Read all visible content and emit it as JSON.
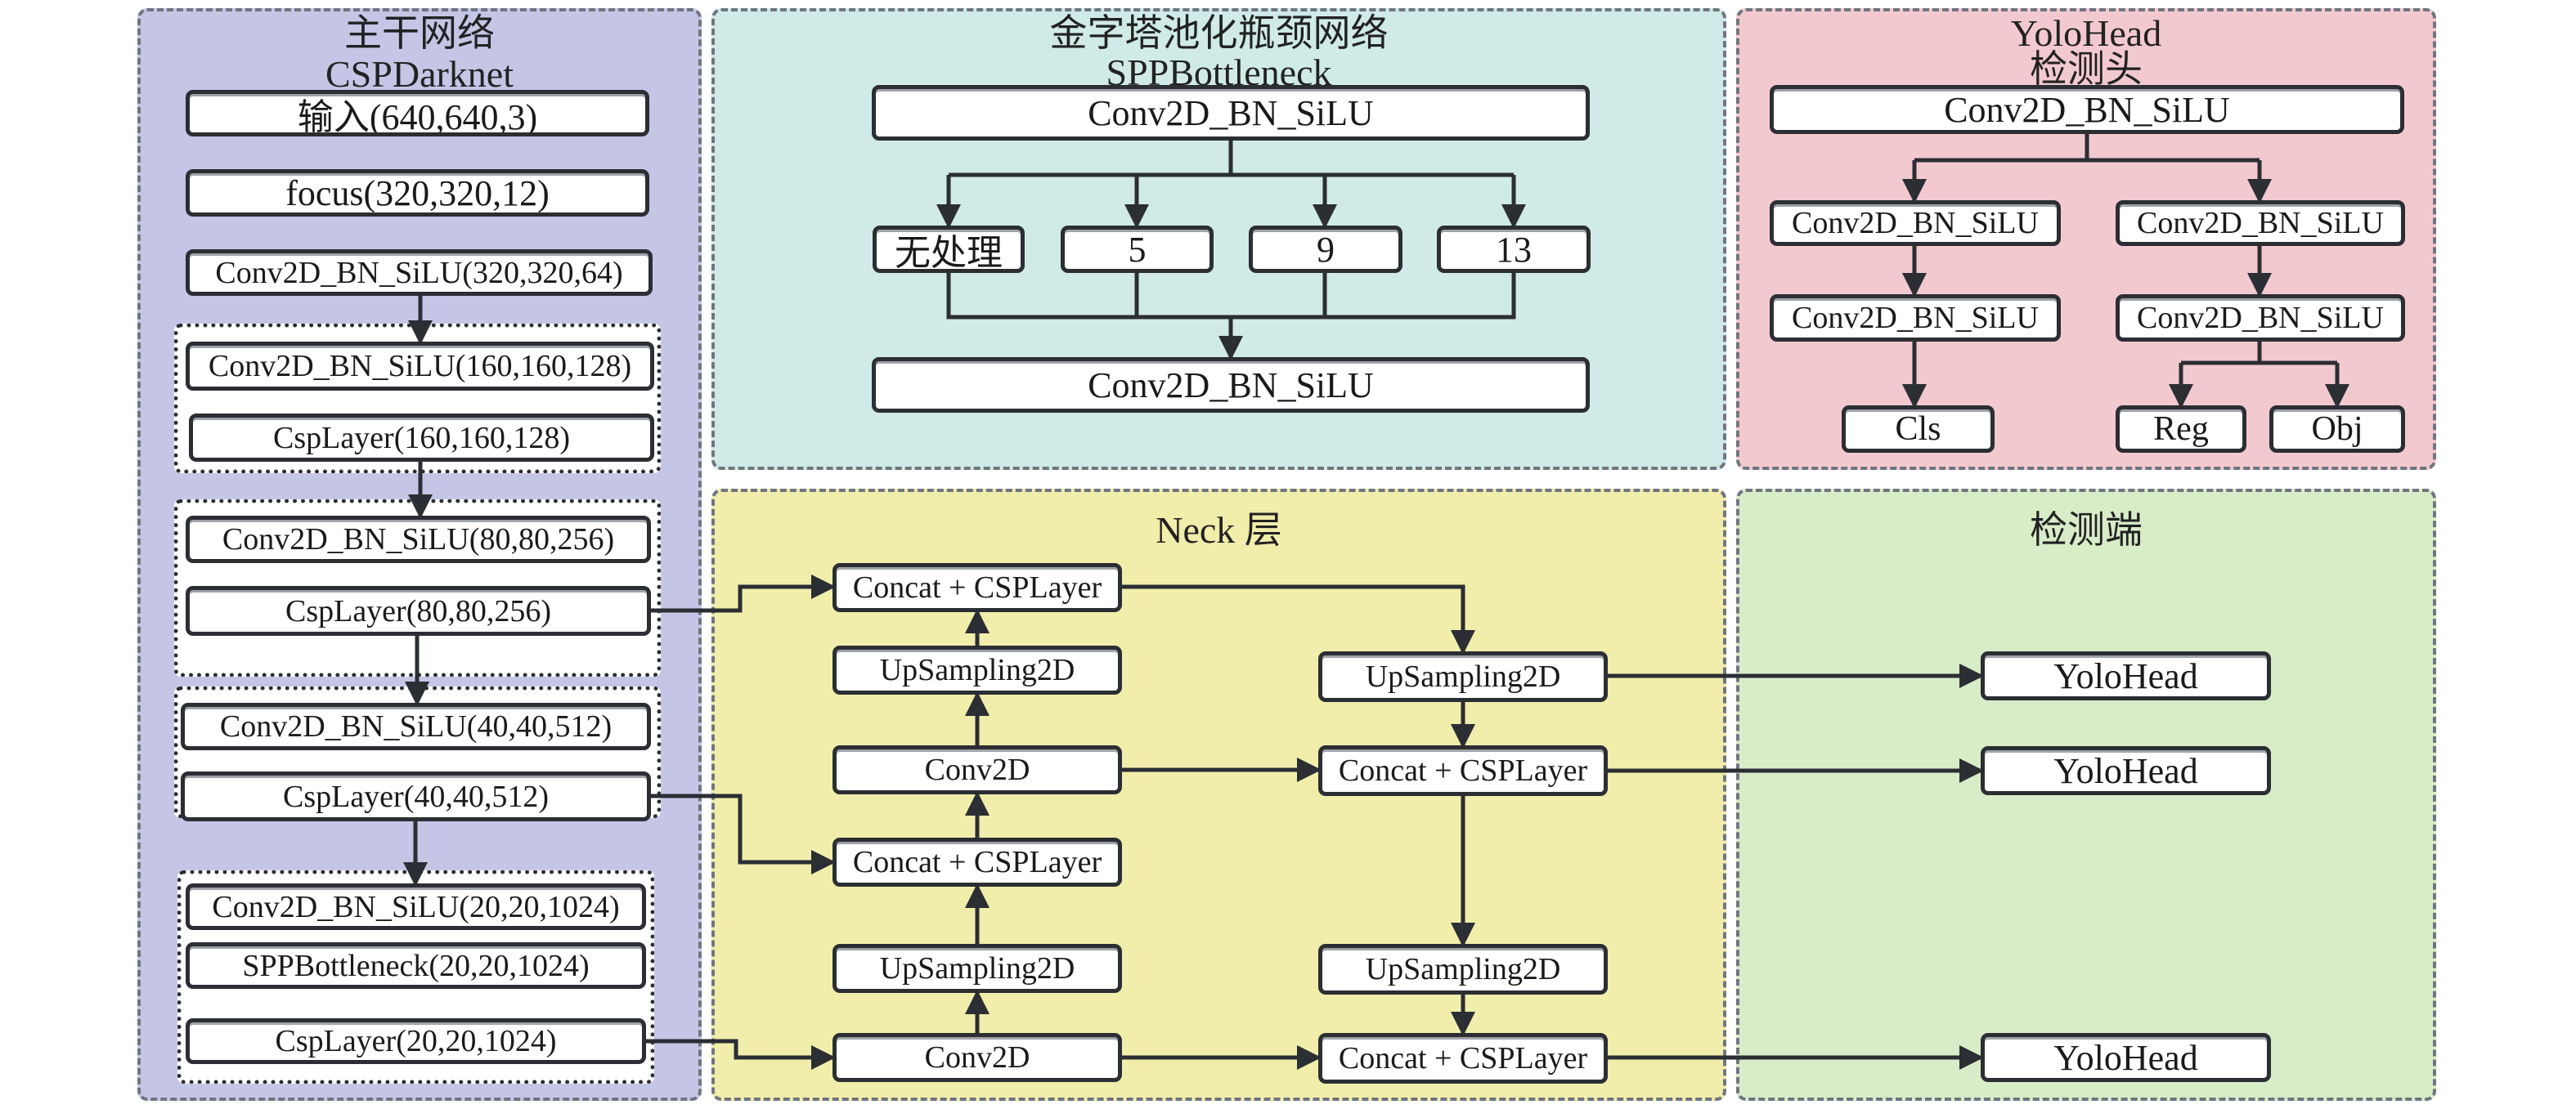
{
  "colors": {
    "backbone": "#c5c6e6",
    "spp": "#d0ebe7",
    "yolohead": "#f3c9d0",
    "neck": "#f1edab",
    "detect": "#d8ecc8",
    "line": "#2b2e33",
    "panel_border": "#6f7680"
  },
  "backbone": {
    "title_cn": "主干网络",
    "title_en": "CSPDarknet",
    "input": "输入(640,640,3)",
    "focus": "focus(320,320,12)",
    "conv320": "Conv2D_BN_SiLU(320,320,64)",
    "groups": [
      {
        "conv": "Conv2D_BN_SiLU(160,160,128)",
        "csp": "CspLayer(160,160,128)"
      },
      {
        "conv": "Conv2D_BN_SiLU(80,80,256)",
        "csp": "CspLayer(80,80,256)"
      },
      {
        "conv": "Conv2D_BN_SiLU(40,40,512)",
        "csp": "CspLayer(40,40,512)"
      },
      {
        "conv": "Conv2D_BN_SiLU(20,20,1024)",
        "spp": "SPPBottleneck(20,20,1024)",
        "csp": "CspLayer(20,20,1024)"
      }
    ]
  },
  "spp": {
    "title_cn": "金字塔池化瓶颈网络",
    "title_en": "SPPBottleneck",
    "top": "Conv2D_BN_SiLU",
    "branches": [
      "无处理",
      "5",
      "9",
      "13"
    ],
    "bottom": "Conv2D_BN_SiLU"
  },
  "yolohead": {
    "title_en": "YoloHead",
    "title_cn": "检测头",
    "top": "Conv2D_BN_SiLU",
    "left1": "Conv2D_BN_SiLU",
    "left2": "Conv2D_BN_SiLU",
    "right1": "Conv2D_BN_SiLU",
    "right2": "Conv2D_BN_SiLU",
    "cls": "Cls",
    "reg": "Reg",
    "obj": "Obj"
  },
  "neck": {
    "title": "Neck 层",
    "left_col": [
      "Concat + CSPLayer",
      "UpSampling2D",
      "Conv2D",
      "Concat + CSPLayer",
      "UpSampling2D",
      "Conv2D"
    ],
    "right_col": [
      "UpSampling2D",
      "Concat + CSPLayer",
      "UpSampling2D",
      "Concat + CSPLayer"
    ]
  },
  "detect": {
    "title": "检测端",
    "heads": [
      "YoloHead",
      "YoloHead",
      "YoloHead"
    ]
  }
}
